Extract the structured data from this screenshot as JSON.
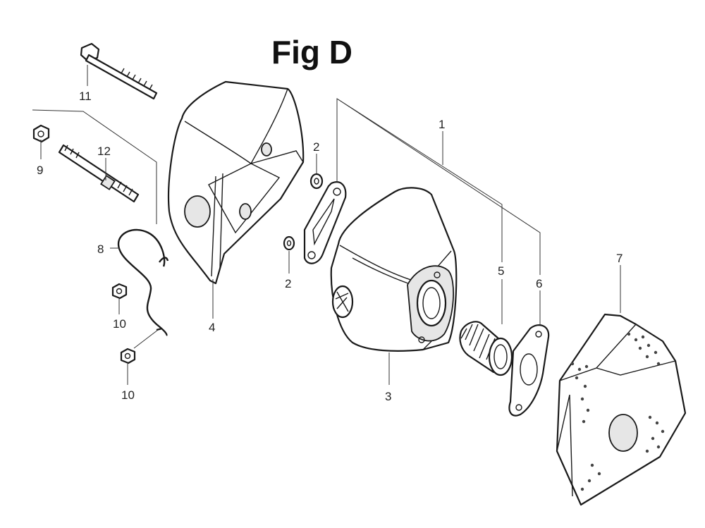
{
  "figure": {
    "title": "Fig D"
  },
  "callouts": [
    {
      "id": "c1",
      "label": "1"
    },
    {
      "id": "c2a",
      "label": "2"
    },
    {
      "id": "c2b",
      "label": "2"
    },
    {
      "id": "c3",
      "label": "3"
    },
    {
      "id": "c4",
      "label": "4"
    },
    {
      "id": "c5",
      "label": "5"
    },
    {
      "id": "c6",
      "label": "6"
    },
    {
      "id": "c7",
      "label": "7"
    },
    {
      "id": "c8",
      "label": "8"
    },
    {
      "id": "c9",
      "label": "9"
    },
    {
      "id": "c10a",
      "label": "10"
    },
    {
      "id": "c10b",
      "label": "10"
    },
    {
      "id": "c11",
      "label": "11"
    },
    {
      "id": "c12",
      "label": "12"
    }
  ]
}
